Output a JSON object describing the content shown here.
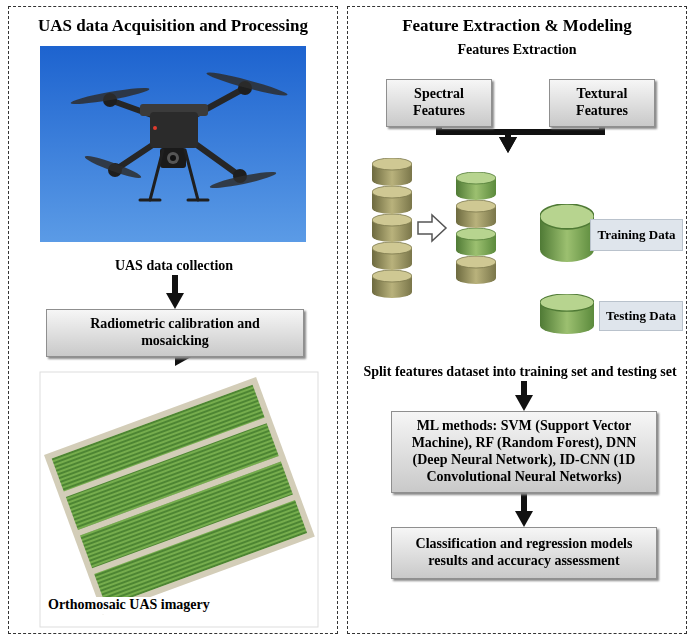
{
  "diagram": {
    "nodes": [
      {
        "text": [
          "UAS data Acquisition and Processing"
        ]
      },
      {
        "text": [
          "UAS data collection"
        ],
        "in": 0
      },
      {
        "text": [
          "Radiometric calibration and mosaicking"
        ],
        "in": 0
      },
      {
        "text": [
          "Orthomosaic UAS imagery"
        ],
        "in": 0
      },
      {
        "text": [
          "Feature Extraction & Modeling",
          "Features Extraction"
        ]
      },
      {
        "text": [
          "Spectral Features"
        ],
        "in": 4
      },
      {
        "text": [
          "Textural Features"
        ],
        "in": 4
      },
      {
        "text": [
          "Split features dataset into training set and testing set"
        ],
        "in": 4
      },
      {
        "text": [
          "Training Data"
        ],
        "in": 7
      },
      {
        "text": [
          "Testing Data"
        ],
        "in": 7
      },
      {
        "text": [
          "ML methods: SVM (Support Vector Machine), RF (Random Forest), DNN (Deep Neural Network), ID-CNN (1D Convolutional Neural Networks)"
        ],
        "in": 4
      },
      {
        "text": [
          "Classification and regression models results and accuracy assessment"
        ],
        "in": 4
      }
    ],
    "edges": [
      {
        "from": 1,
        "to": 2,
        "arrow": "to"
      },
      {
        "from": 2,
        "to": 3,
        "arrow": "to"
      },
      {
        "from": 5,
        "to": 7,
        "arrow": "to"
      },
      {
        "from": 6,
        "to": 7,
        "arrow": "to"
      },
      {
        "from": 7,
        "to": 10,
        "arrow": "to"
      },
      {
        "from": 10,
        "to": 11,
        "arrow": "to"
      }
    ]
  }
}
